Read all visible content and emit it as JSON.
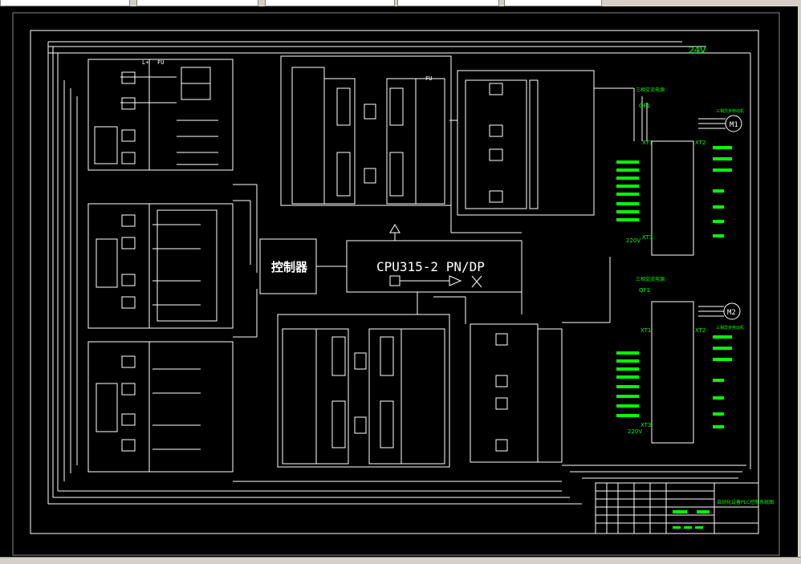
{
  "window": {
    "toolbar_fields": [
      "",
      "",
      "",
      "",
      ""
    ]
  },
  "diagram": {
    "voltage_label": "24V",
    "cpu_label": "CPU315-2 PN/DP",
    "controller_label": "控制器",
    "fuse_label": "FU",
    "fuse_label_2": "FU",
    "l_plus": "L+",
    "motor_1": "M1",
    "motor_2": "M2",
    "terminal_x1": "XT1",
    "terminal_x2": "XT2",
    "terminal_x3": "XT3",
    "terminal_x1b": "XT1",
    "terminal_x2b": "XT2",
    "terminal_x3b": "XT3",
    "supply_220_1": "220V",
    "supply_220_2": "220V",
    "breaker_1": "QF1",
    "breaker_2": "QF1",
    "inverter_title_1": "三相交流电源",
    "inverter_title_2": "三相交流电源",
    "motor_caption_1": "三相异步电动机",
    "motor_caption_2": "三相异步电动机",
    "title_block_name": "自动化设备PLC控制系统图"
  },
  "colors": {
    "background": "#000000",
    "line": "#ffffff",
    "highlight": "#00ff00"
  }
}
